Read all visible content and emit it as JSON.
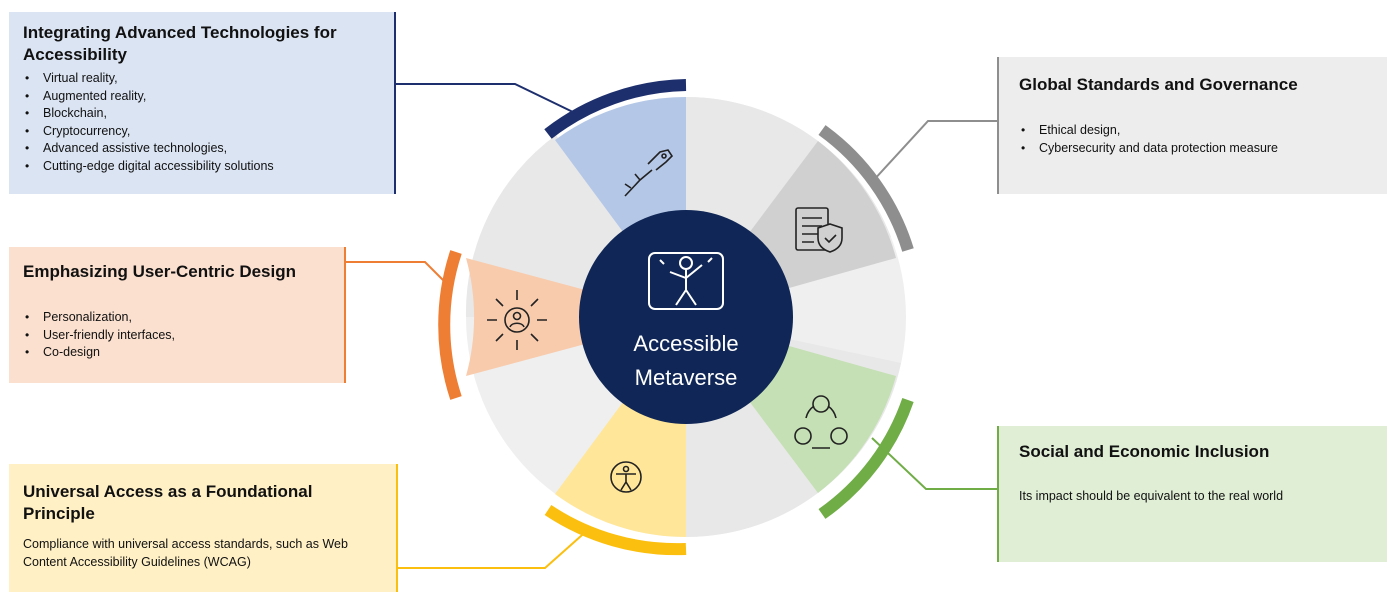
{
  "center": {
    "line1": "Accessible",
    "line2": "Metaverse",
    "color": "#0f2656"
  },
  "colors": {
    "tech": "#1e2f6e",
    "tech_fill": "#b4c7e7",
    "gov": "#8e8e8e",
    "gov_fill": "#d0d0d0",
    "user": "#ee7e33",
    "user_fill": "#f8cbad",
    "social": "#70ad47",
    "social_fill": "#c5e0b4",
    "univ": "#fbbf10",
    "univ_fill": "#ffe699"
  },
  "tech": {
    "title": "Integrating Advanced Technologies for Accessibility",
    "items": [
      "Virtual reality,",
      "Augmented reality,",
      "Blockchain,",
      "Cryptocurrency,",
      "Advanced assistive technologies,",
      "Cutting-edge digital accessibility solutions"
    ],
    "icon": "robot-human-hand-icon"
  },
  "gov": {
    "title": "Global Standards and Governance",
    "items": [
      "Ethical design,",
      "Cybersecurity and data protection measure"
    ],
    "icon": "document-shield-icon"
  },
  "user": {
    "title": "Emphasizing User-Centric Design",
    "items": [
      "Personalization,",
      "User-friendly interfaces,",
      "Co-design"
    ],
    "icon": "user-focus-icon"
  },
  "social": {
    "title": "Social and Economic Inclusion",
    "text": "Its impact should be equivalent to the real world",
    "icon": "people-network-icon"
  },
  "univ": {
    "title": "Universal Access as a Foundational Principle",
    "text": "Compliance with universal access standards, such as Web Content Accessibility Guidelines (WCAG)",
    "icon": "accessibility-icon"
  }
}
